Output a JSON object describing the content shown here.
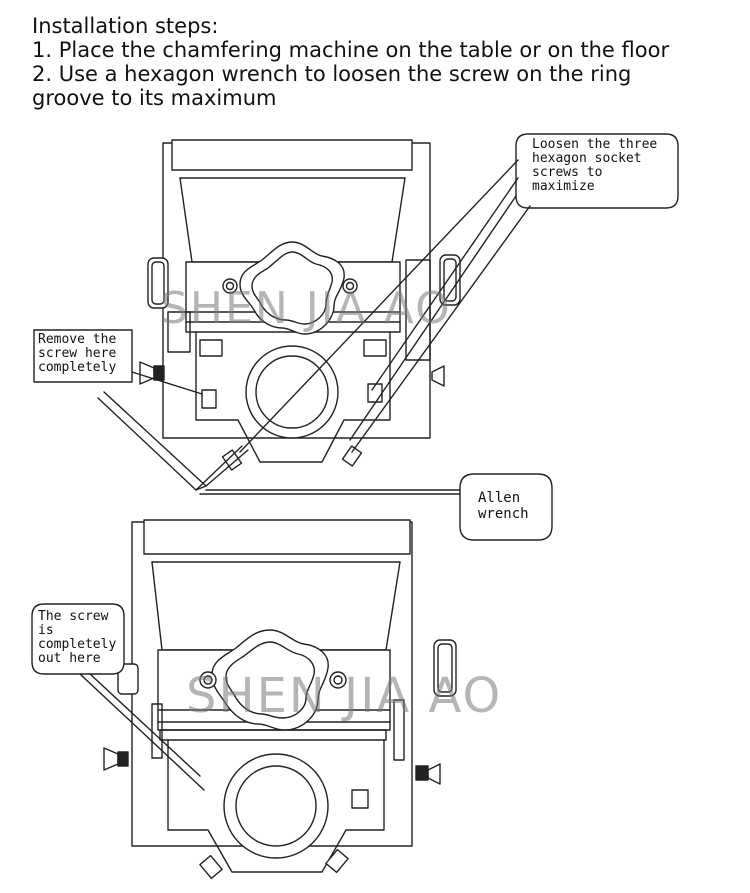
{
  "instructions": {
    "title": "Installation steps:",
    "steps": [
      "1. Place the chamfering machine on the table or on the floor",
      "2. Use a hexagon wrench to loosen the screw on the ring",
      "groove to its maximum"
    ]
  },
  "callouts": {
    "loosen_screws": "Loosen the three\nhexagon socket\nscrews to\nmaximize",
    "remove_screw": "Remove the\nscrew here\ncompletely",
    "allen_wrench": "Allen\nwrench",
    "screw_out": "The screw\nis\ncompletely\nout here"
  },
  "watermark": "SHEN JIA AO",
  "colors": {
    "line": "#222222",
    "watermark": "#808080",
    "background": "#ffffff"
  }
}
